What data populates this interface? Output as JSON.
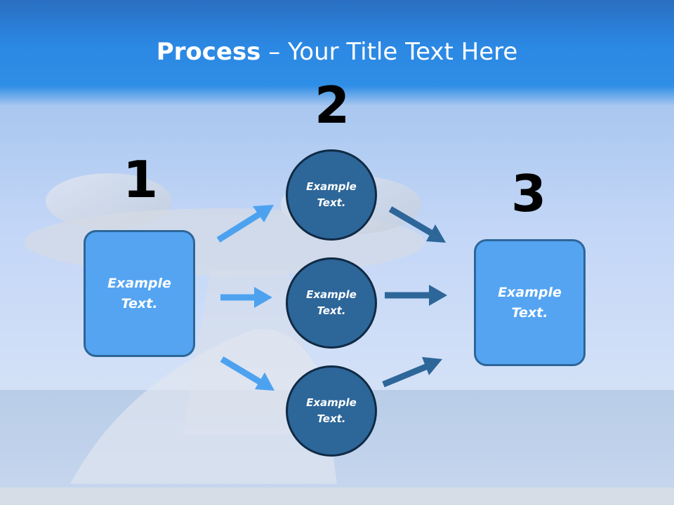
{
  "title": {
    "bold": "Process",
    "rest": " – Your Title Text Here"
  },
  "steps": {
    "one": "1",
    "two": "2",
    "three": "3"
  },
  "boxes": {
    "left": "Example\nText.",
    "right": "Example\nText."
  },
  "circles": {
    "top": "Example\nText.",
    "middle": "Example\nText.",
    "bottom": "Example\nText."
  },
  "colors": {
    "light_arrow": "#4da2f0",
    "dark_arrow": "#2d6699",
    "box_fill": "#54a4f2",
    "circle_fill": "#2d6699",
    "header_band": "#2a8ae4"
  }
}
